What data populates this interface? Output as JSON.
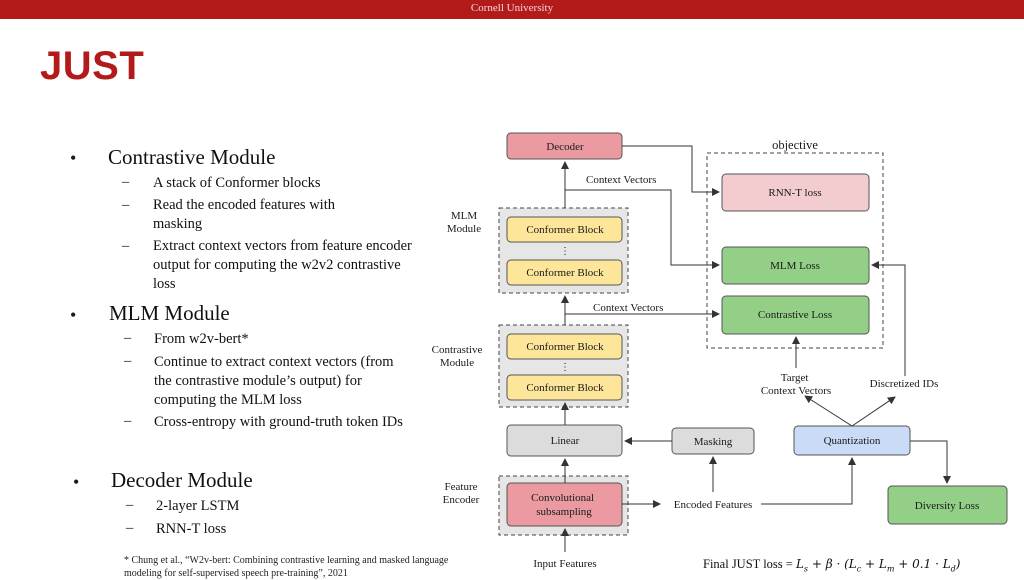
{
  "header": {
    "institution": "Cornell University"
  },
  "slide": {
    "title": "JUST",
    "sections": [
      {
        "bullet": "•",
        "heading": "Contrastive Module",
        "items": [
          "A stack of Conformer blocks",
          "Read the encoded features with masking",
          "Extract context vectors from feature encoder output for computing the w2v2 contrastive loss"
        ]
      },
      {
        "bullet": "•",
        "heading": "MLM Module",
        "items": [
          "From w2v-bert*",
          "Continue to extract context vectors (from the contrastive module’s output) for computing the MLM loss",
          "Cross-entropy with ground-truth token IDs"
        ]
      },
      {
        "bullet": "•",
        "heading": "Decoder Module",
        "items": [
          "2-layer LSTM",
          "RNN-T loss"
        ]
      }
    ],
    "dash": "–",
    "footnote": "* Chung et al., “W2v-bert: Combining contrastive learning and masked language modeling for self-supervised speech pre-training”, 2021"
  },
  "diagram": {
    "decoder": "Decoder",
    "mlm_module_label": "MLM Module",
    "contrastive_module_label": "Contrastive Module",
    "feature_encoder_label": "Feature Encoder",
    "conformer_block": "Conformer Block",
    "dots": "⋮",
    "context_vectors": "Context Vectors",
    "linear": "Linear",
    "masking": "Masking",
    "quantization": "Quantization",
    "conv_subsampling": "Convolutional subsampling",
    "encoded_features": "Encoded Features",
    "input_features": "Input Features",
    "objective": "objective",
    "rnnt_loss": "RNN-T loss",
    "mlm_loss": "MLM Loss",
    "contrastive_loss": "Contrastive Loss",
    "target_context_vectors": "Target Context Vectors",
    "discretized_ids": "Discretized IDs",
    "diversity_loss": "Diversity Loss",
    "final_loss_label": "Final JUST loss = ",
    "final_loss_formula": "L_s + β · (L_c + L_m + 0.1 · L_d)"
  }
}
